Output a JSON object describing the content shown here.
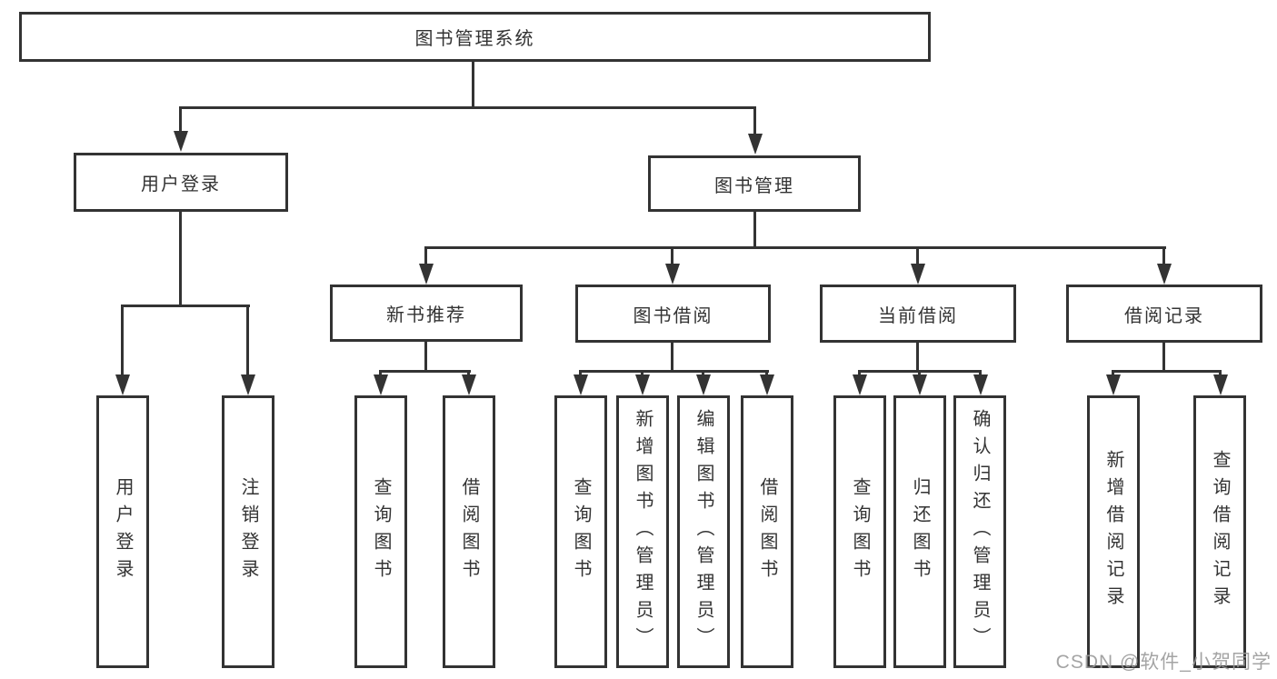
{
  "colors": {
    "line": "#333333",
    "box_border": "#333333",
    "text": "#333333",
    "background": "#ffffff",
    "watermark": "#9a9a9a"
  },
  "diagram": {
    "root": {
      "label": "图书管理系统"
    },
    "user_login": {
      "label": "用户登录"
    },
    "book_mgmt": {
      "label": "图书管理"
    },
    "user_login_children": {
      "login": {
        "label": "用户登录"
      },
      "logout": {
        "label": "注销登录"
      }
    },
    "modules": {
      "new_book": {
        "label": "新书推荐"
      },
      "borrow": {
        "label": "图书借阅"
      },
      "current": {
        "label": "当前借阅"
      },
      "records": {
        "label": "借阅记录"
      }
    },
    "new_book_children": {
      "search": {
        "label": "查询图书"
      },
      "borrow": {
        "label": "借阅图书"
      }
    },
    "borrow_children": {
      "search": {
        "label": "查询图书"
      },
      "add": {
        "label": "新增图书（管理员）"
      },
      "edit": {
        "label": "编辑图书（管理员）"
      },
      "borrow": {
        "label": "借阅图书"
      }
    },
    "current_children": {
      "search": {
        "label": "查询图书"
      },
      "return": {
        "label": "归还图书"
      },
      "confirm": {
        "label": "确认归还（管理员）"
      }
    },
    "records_children": {
      "add": {
        "label": "新增借阅记录"
      },
      "search": {
        "label": "查询借阅记录"
      }
    }
  },
  "watermark": {
    "text": "CSDN @软件_小贺同学"
  }
}
